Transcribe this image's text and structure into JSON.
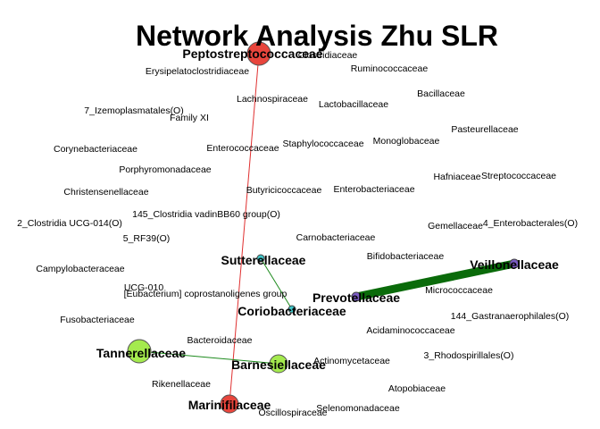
{
  "title": "Network Analysis Zhu SLR",
  "colors": {
    "red": "#e8453c",
    "green": "#a4ea4e",
    "purple": "#7b5cc4",
    "teal": "#3fc4c7",
    "edge_red": "#e03030",
    "edge_green": "#1c8a1c",
    "edge_dark": "#0a6b0a"
  },
  "nodes": {
    "peptostreptococcaceae": "Peptostreptococcaceae",
    "marinifilaceae": "Marinifilaceae",
    "tannerellaceae": "Tannerellaceae",
    "barnesiellaceae": "Barnesiellaceae",
    "veillonellaceae": "Veillonellaceae",
    "prevotellaceae": "Prevotellaceae",
    "sutterellaceae": "Sutterellaceae",
    "coriobacteriaceae": "Coriobacteriaceae"
  },
  "labels": [
    "Clostridiaceae",
    "Erysipelatoclostridiaceae",
    "Ruminococcaceae",
    "Bacillaceae",
    "Lachnospiraceae",
    "Lactobacillaceae",
    "7_Izemoplasmatales(O)",
    "Family XI",
    "Pasteurellaceae",
    "Enterococcaceae",
    "Staphylococcaceae",
    "Monoglobaceae",
    "Corynebacteriaceae",
    "Porphyromonadaceae",
    "Hafniaceae",
    "Streptococcaceae",
    "Christensenellaceae",
    "Butyricicoccaceae",
    "Enterobacteriaceae",
    "145_Clostridia vadinBB60 group(O)",
    "2_Clostridia UCG-014(O)",
    "Gemellaceae",
    "4_Enterobacterales(O)",
    "5_RF39(O)",
    "Carnobacteriaceae",
    "Bifidobacteriaceae",
    "Campylobacteraceae",
    "UCG-010",
    "[Eubacterium] coprostanoligenes group",
    "Micrococcaceae",
    "144_Gastranaerophilales(O)",
    "Fusobacteriaceae",
    "Acidaminococcaceae",
    "Bacteroidaceae",
    "Actinomycetaceae",
    "3_Rhodospirillales(O)",
    "Rikenellaceae",
    "Atopobiaceae",
    "Selenomonadaceae",
    "Oscillospiraceae"
  ]
}
